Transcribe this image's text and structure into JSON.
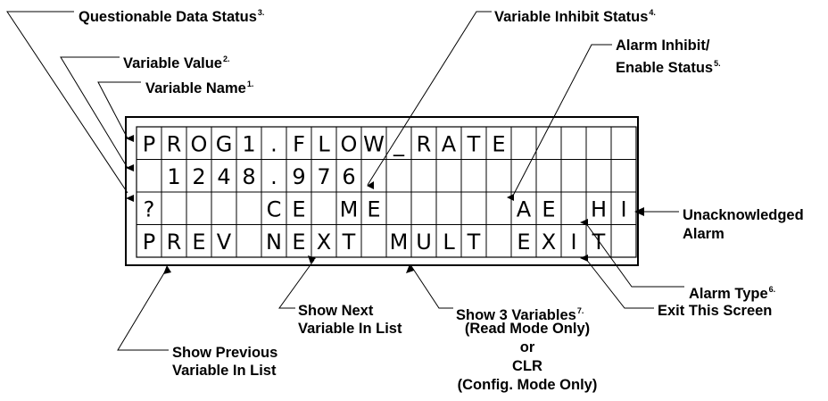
{
  "display": {
    "rows": [
      "PROG1.FLOW_RATE",
      " 1248.976",
      "?    CE ME     AE HI   !",
      "PREV NEXT MULT EXIT"
    ]
  },
  "labels": {
    "questionable": {
      "text": "Questionable Data Status",
      "sup": "3."
    },
    "variable_value": {
      "text": "Variable Value",
      "sup": "2."
    },
    "variable_name": {
      "text": "Variable Name",
      "sup": "1."
    },
    "variable_inhibit": {
      "text": "Variable Inhibit Status",
      "sup": "4."
    },
    "alarm_inhibit_line1": "Alarm Inhibit/",
    "alarm_inhibit_line2": {
      "text": "Enable Status",
      "sup": "5."
    },
    "unack_line1": "Unacknowledged",
    "unack_line2": "Alarm",
    "alarm_type": {
      "text": "Alarm Type",
      "sup": "6."
    },
    "exit_screen": "Exit This Screen",
    "show_next_line1": "Show Next",
    "show_next_line2": "Variable In List",
    "show_3": {
      "text": "Show 3 Variables",
      "sup": "7."
    },
    "read_mode": "(Read Mode Only)",
    "or": "or",
    "clr": "CLR",
    "config_mode": "(Config. Mode Only)",
    "show_prev_line1": "Show Previous",
    "show_prev_line2": "Variable In List"
  }
}
